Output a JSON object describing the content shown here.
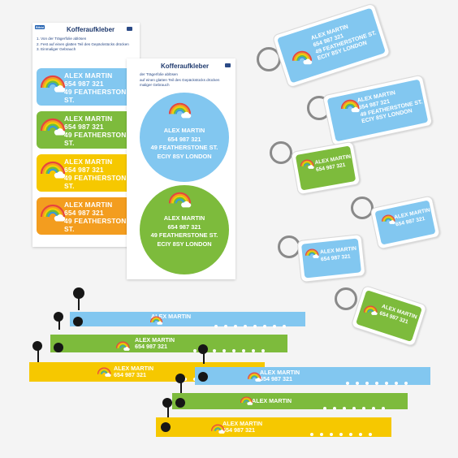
{
  "sheet_back": {
    "brand": "Bibbi",
    "title": "Kofferaufkleber",
    "instructions": [
      "1. Von der Trägerfolie ablösen",
      "2. Fest auf einen glatten Teil des Gepäckstücks drücken",
      "3. Einmaliger Gebrauch"
    ]
  },
  "sheet_front": {
    "title": "Kofferaufkleber",
    "instructions": [
      "der Trägerfolie ablösen",
      "auf einen glatten Teil des Gepäckstücks drücken",
      "maliger Gebrauch"
    ]
  },
  "address": {
    "name": "ALEX MARTIN",
    "phone": "654 987 321",
    "street": "49 FEATHERSTONE ST.",
    "city": "ECIY 8SY LONDON"
  },
  "colors": {
    "blue": "#82c7f0",
    "green": "#7dbb3c",
    "yellow": "#f6c800",
    "orange": "#f39d1f"
  },
  "icons": [
    "rainbow-cloud-icon",
    "suitcase-icon",
    "key-ring-icon",
    "wristband-clasp-icon"
  ]
}
